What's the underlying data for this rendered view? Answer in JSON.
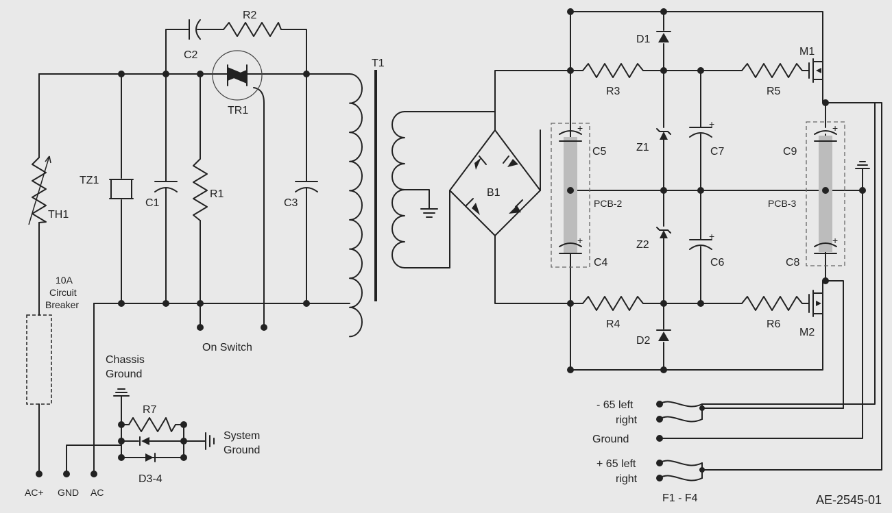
{
  "components": {
    "t1": "T1",
    "tr1": "TR1",
    "c2": "C2",
    "r2": "R2",
    "tz1": "TZ1",
    "c1": "C1",
    "r1": "R1",
    "c3": "C3",
    "th1": "TH1",
    "b1": "B1",
    "d1": "D1",
    "d2": "D2",
    "r3": "R3",
    "r4": "R4",
    "r5": "R5",
    "r6": "R6",
    "z1": "Z1",
    "z2": "Z2",
    "c4": "C4",
    "c5": "C5",
    "c6": "C6",
    "c7": "C7",
    "c8": "C8",
    "c9": "C9",
    "m1": "M1",
    "m2": "M2",
    "pcb2": "PCB-2",
    "pcb3": "PCB-3",
    "r7": "R7",
    "d34": "D3-4",
    "fuses": "F1 - F4"
  },
  "labels": {
    "breaker_1": "10A",
    "breaker_2": "Circuit",
    "breaker_3": "Breaker",
    "on_switch": "On Switch",
    "chassis_1": "Chassis",
    "chassis_2": "Ground",
    "system_1": "System",
    "system_2": "Ground",
    "ac_plus": "AC+",
    "gnd": "GND",
    "ac": "AC",
    "neg65": "- 65 left",
    "neg_right": "right",
    "ground": "Ground",
    "pos65": "+ 65 left",
    "pos_right": "right",
    "ref": "AE-2545-01"
  }
}
